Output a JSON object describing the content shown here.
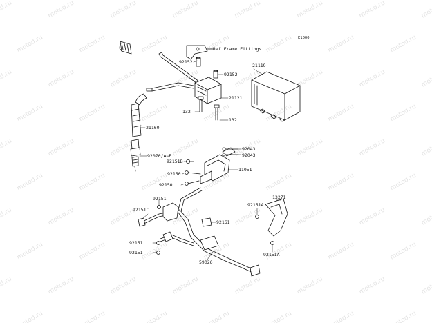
{
  "diagram_code": "E1000",
  "watermark_text": "motod.ru",
  "callouts": {
    "ref_frame": "Ref.Frame Fittings",
    "p92152_top": "92152",
    "p92152_right": "92152",
    "p21119": "21119",
    "p21121": "21121",
    "p132_left": "132",
    "p132_right": "132",
    "p21160": "21160",
    "p92070": "92070/A~E",
    "p92043_a": "92043",
    "p92043_b": "92043",
    "p92151b": "92151B",
    "p11051": "11051",
    "p92150_a": "92150",
    "p92150_b": "92150",
    "p13271": "13271",
    "p92151_top": "92151",
    "p92151c": "92151C",
    "p92151a_top": "92151A",
    "p92161": "92161",
    "p92151_mid": "92151",
    "p92151_bot": "92151",
    "p59026": "59026",
    "p92151a_bot": "92151A"
  },
  "colors": {
    "line": "#111111",
    "watermark": "#e3e3e3"
  }
}
